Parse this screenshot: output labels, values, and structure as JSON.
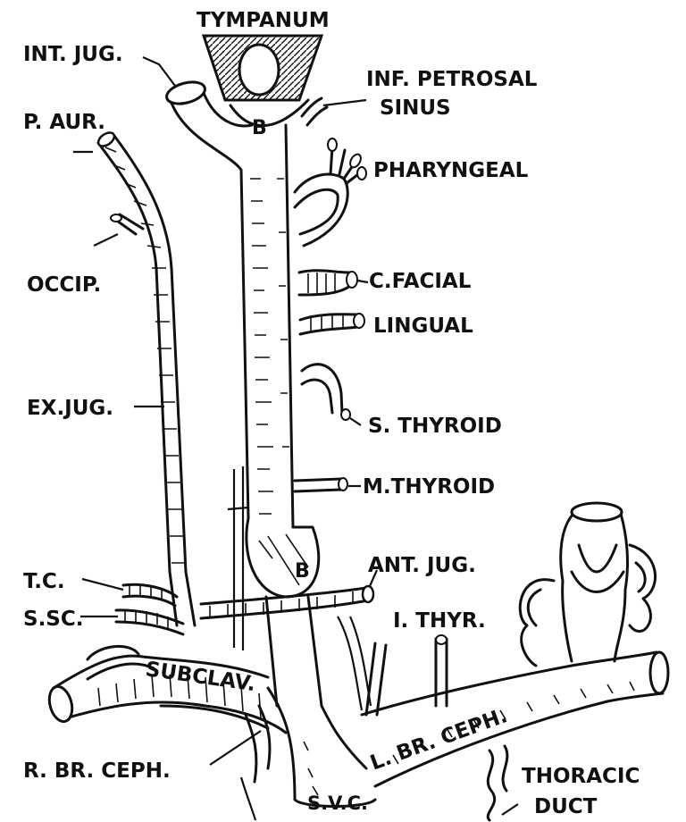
{
  "labels": {
    "tympanum": "TYMPANUM",
    "int_jug": "INT. JUG.",
    "inf_petrosal_line1": "INF. PETROSAL",
    "inf_petrosal_line2": "SINUS",
    "p_aur": "P. AUR.",
    "pharyngeal": "PHARYNGEAL",
    "occip": "OCCIP.",
    "c_facial": "C.FACIAL",
    "lingual": "LINGUAL",
    "ex_jug": "EX.JUG.",
    "s_thyroid": "S. THYROID",
    "m_thyroid": "M.THYROID",
    "ant_jug": "ANT. JUG.",
    "tc": "T.C.",
    "ssc": "S.SC.",
    "i_thyr": "I. THYR.",
    "subclav": "SUBCLAV.",
    "l_br_ceph": "L. BR. CEPH.",
    "r_br_ceph": "R. BR. CEPH.",
    "svc": "S.V.C.",
    "thoracic_line1": "THORACIC",
    "thoracic_line2": "DUCT",
    "bulb_upper": "B",
    "bulb_lower": "B"
  },
  "colors": {
    "background": "#ffffff",
    "ink": "#111111"
  }
}
